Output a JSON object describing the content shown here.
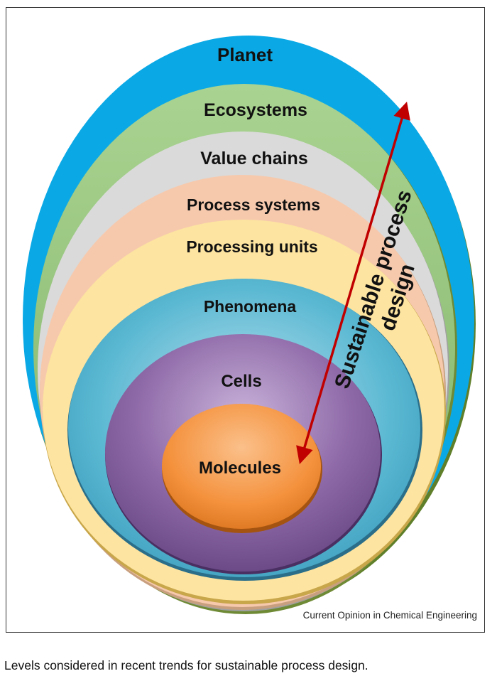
{
  "levels": [
    {
      "label": "Planet",
      "color": "#0aa9e6"
    },
    {
      "label": "Ecosystems",
      "color": "#9ccc84"
    },
    {
      "label": "Value chains",
      "color": "#dadada"
    },
    {
      "label": "Process systems",
      "color": "#f6c9ad"
    },
    {
      "label": "Processing units",
      "color": "#fde4a0"
    },
    {
      "label": "Phenomena",
      "color": "#4ab0cc"
    },
    {
      "label": "Cells",
      "color": "#8e6aa6"
    },
    {
      "label": "Molecules",
      "color": "#f4923e"
    }
  ],
  "arrow": {
    "label_line1": "Sustainable process",
    "label_line2": "design",
    "color": "#c00000"
  },
  "credit": "Current Opinion in Chemical Engineering",
  "caption": "Levels considered in recent trends for sustainable process design."
}
